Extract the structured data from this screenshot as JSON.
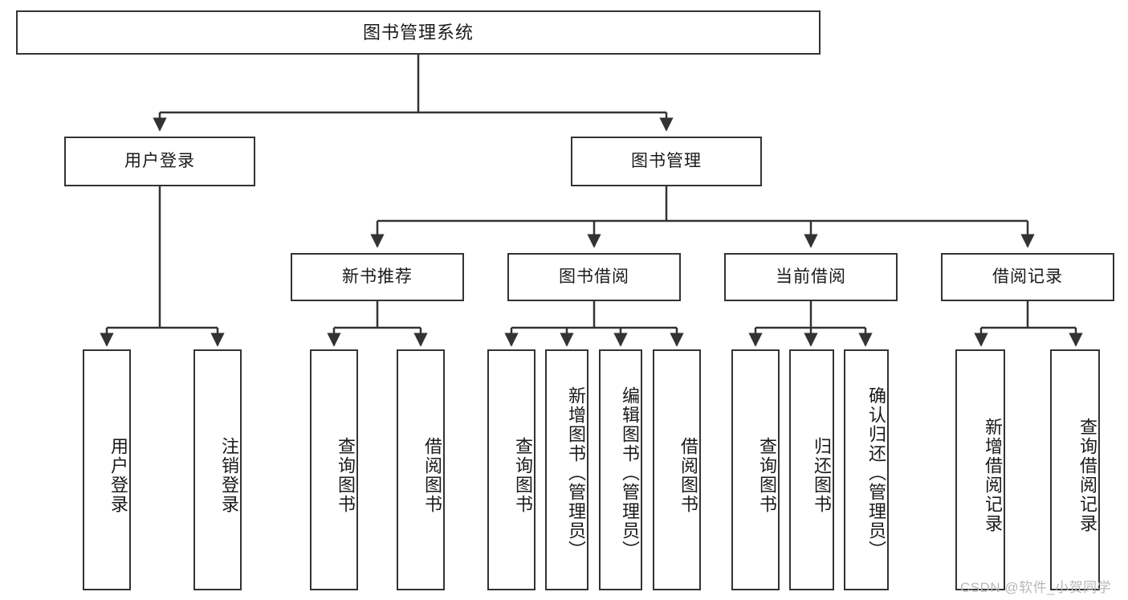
{
  "diagram": {
    "title": "图书管理系统",
    "root": {
      "label": "图书管理系统"
    },
    "level2": [
      {
        "label": "用户登录"
      },
      {
        "label": "图书管理"
      }
    ],
    "level3": [
      {
        "label": "新书推荐"
      },
      {
        "label": "图书借阅"
      },
      {
        "label": "当前借阅"
      },
      {
        "label": "借阅记录"
      }
    ],
    "leaves": [
      {
        "label": "用户登录"
      },
      {
        "label": "注销登录"
      },
      {
        "label": "查询图书"
      },
      {
        "label": "借阅图书"
      },
      {
        "label": "查询图书"
      },
      {
        "label": "新增图书（管理员）"
      },
      {
        "label": "编辑图书（管理员）"
      },
      {
        "label": "借阅图书"
      },
      {
        "label": "查询图书"
      },
      {
        "label": "归还图书"
      },
      {
        "label": "确认归还（管理员）"
      },
      {
        "label": "新增借阅记录"
      },
      {
        "label": "查询借阅记录"
      }
    ]
  },
  "watermark": {
    "text": "CSDN @软件_小贺同学"
  },
  "colors": {
    "border": "#333333",
    "text": "#1a1a1a",
    "background": "#ffffff",
    "watermark": "#b8b8b8"
  }
}
